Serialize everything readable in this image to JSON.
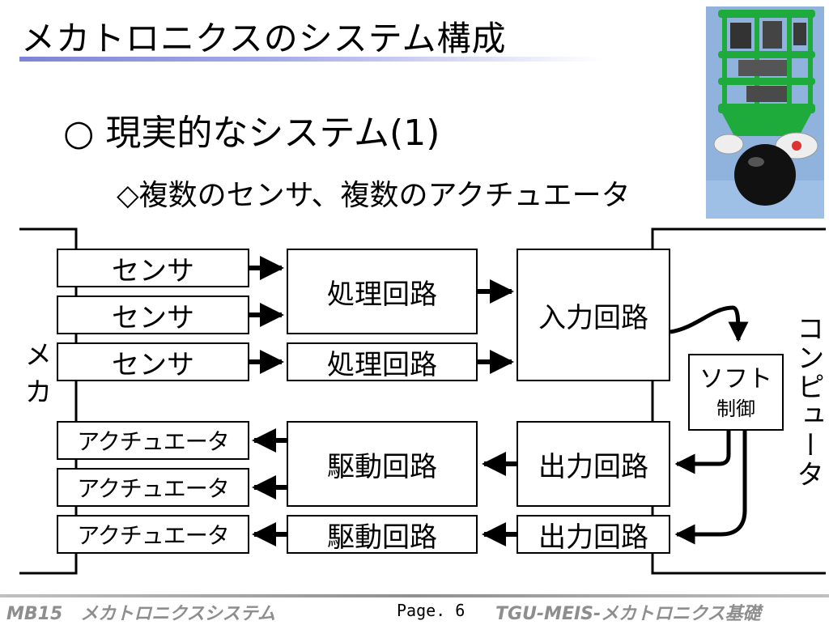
{
  "slide": {
    "title": "メカトロニクスのシステム構成",
    "subtitle": "○  現実的なシステム(1)",
    "sub_subtitle": "◇複数のセンサ、複数のアクチュエータ"
  },
  "diagram": {
    "mecha_label": "メカ",
    "computer_label": "コンピュータ",
    "sensors": [
      "センサ",
      "センサ",
      "センサ"
    ],
    "actuators": [
      "アクチュエータ",
      "アクチュエータ",
      "アクチュエータ"
    ],
    "processing": [
      "処理回路",
      "処理回路"
    ],
    "input_circuit": "入力回路",
    "software_line1": "ソフト",
    "software_line2": "制御",
    "output_circuits": [
      "出力回路",
      "出力回路"
    ],
    "drive_circuits": [
      "駆動回路",
      "駆動回路"
    ]
  },
  "footer": {
    "left": "MB15　メカトロニクスシステム",
    "page": "Page. 6",
    "right": "TGU-MEIS-メカトロニクス基礎"
  },
  "colors": {
    "title_rule": "#7d84d6",
    "photo_bg": "#8fb3dc",
    "robot_frame": "#1faa3c",
    "footer_text": "#8e8e8e"
  }
}
